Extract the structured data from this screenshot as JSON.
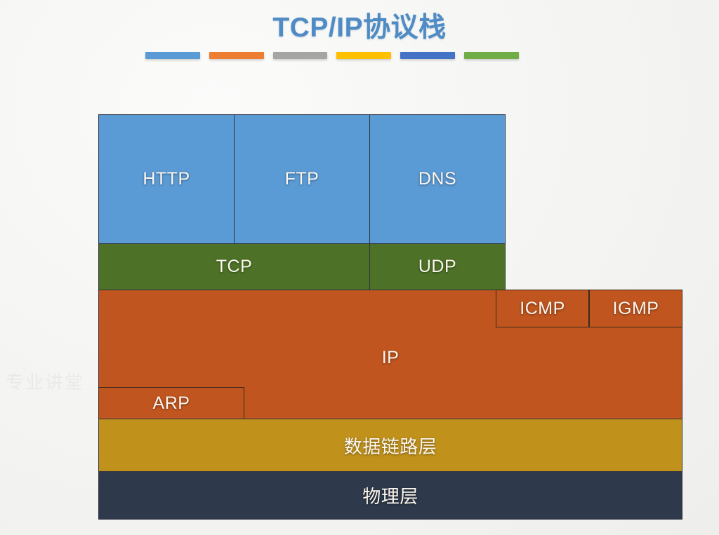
{
  "slide": {
    "title": "TCP/IP协议栈",
    "watermark": "专业讲堂",
    "background_color": "#f4f4f2",
    "title_color": "#4f8bc4"
  },
  "accent_bars": [
    {
      "name": "bar-blue",
      "color": "#5b9bd5"
    },
    {
      "name": "bar-orange",
      "color": "#ed7d31"
    },
    {
      "name": "bar-gray",
      "color": "#a5a5a5"
    },
    {
      "name": "bar-yellow",
      "color": "#ffc000"
    },
    {
      "name": "bar-darkblue",
      "color": "#4472c4"
    },
    {
      "name": "bar-green",
      "color": "#70ad47"
    }
  ],
  "diagram": {
    "type": "layered-stack",
    "layers": [
      {
        "id": "application",
        "color": "#5b9bd5",
        "boxes": [
          {
            "label": "HTTP"
          },
          {
            "label": "FTP"
          },
          {
            "label": "DNS"
          }
        ]
      },
      {
        "id": "transport",
        "color": "#4d7227",
        "boxes": [
          {
            "label": "TCP"
          },
          {
            "label": "UDP"
          }
        ]
      },
      {
        "id": "network",
        "color": "#c0551f",
        "boxes": [
          {
            "label": "ICMP"
          },
          {
            "label": "IGMP"
          },
          {
            "label": "IP"
          },
          {
            "label": "ARP"
          }
        ]
      },
      {
        "id": "data-link",
        "color": "#c0921c",
        "boxes": [
          {
            "label": "数据链路层"
          }
        ]
      },
      {
        "id": "physical",
        "color": "#2e3a4b",
        "boxes": [
          {
            "label": "物理层"
          }
        ]
      }
    ]
  }
}
